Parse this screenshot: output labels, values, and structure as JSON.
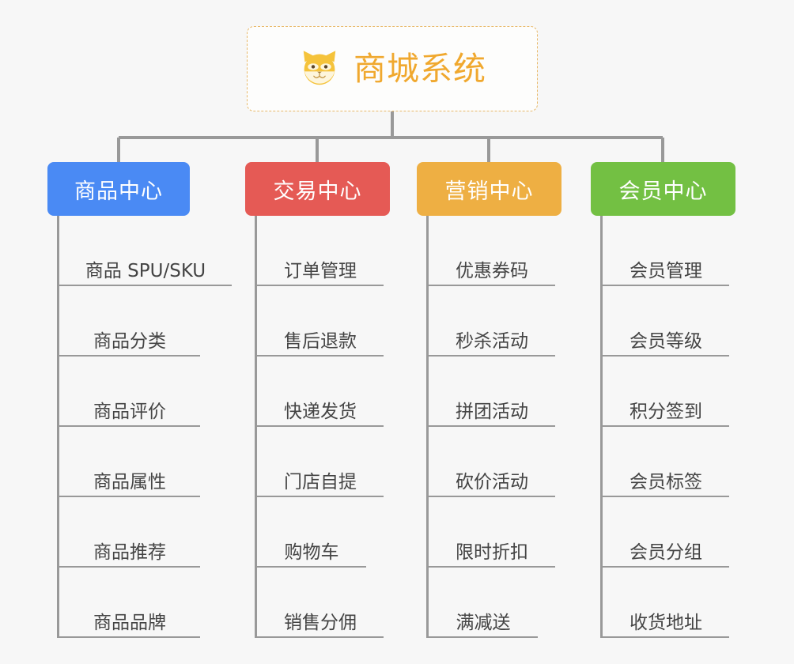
{
  "root": {
    "title": "商城系统",
    "icon": "shiba-dog-face-icon",
    "title_color": "#f0a82e",
    "border_color": "#e8b96a",
    "background": "#fdfdfc"
  },
  "canvas": {
    "background": "#f7f7f7",
    "connector_color": "#999999"
  },
  "columns": [
    {
      "label": "商品中心",
      "color": "#4a8af4",
      "items": [
        "商品 SPU/SKU",
        "商品分类",
        "商品评价",
        "商品属性",
        "商品推荐",
        "商品品牌"
      ]
    },
    {
      "label": "交易中心",
      "color": "#e55a55",
      "items": [
        "订单管理",
        "售后退款",
        "快递发货",
        "门店自提",
        "购物车",
        "销售分佣"
      ]
    },
    {
      "label": "营销中心",
      "color": "#eeaf43",
      "items": [
        "优惠券码",
        "秒杀活动",
        "拼团活动",
        "砍价活动",
        "限时折扣",
        "满减送"
      ]
    },
    {
      "label": "会员中心",
      "color": "#73c043",
      "items": [
        "会员管理",
        "会员等级",
        "积分签到",
        "会员标签",
        "会员分组",
        "收货地址"
      ]
    }
  ]
}
